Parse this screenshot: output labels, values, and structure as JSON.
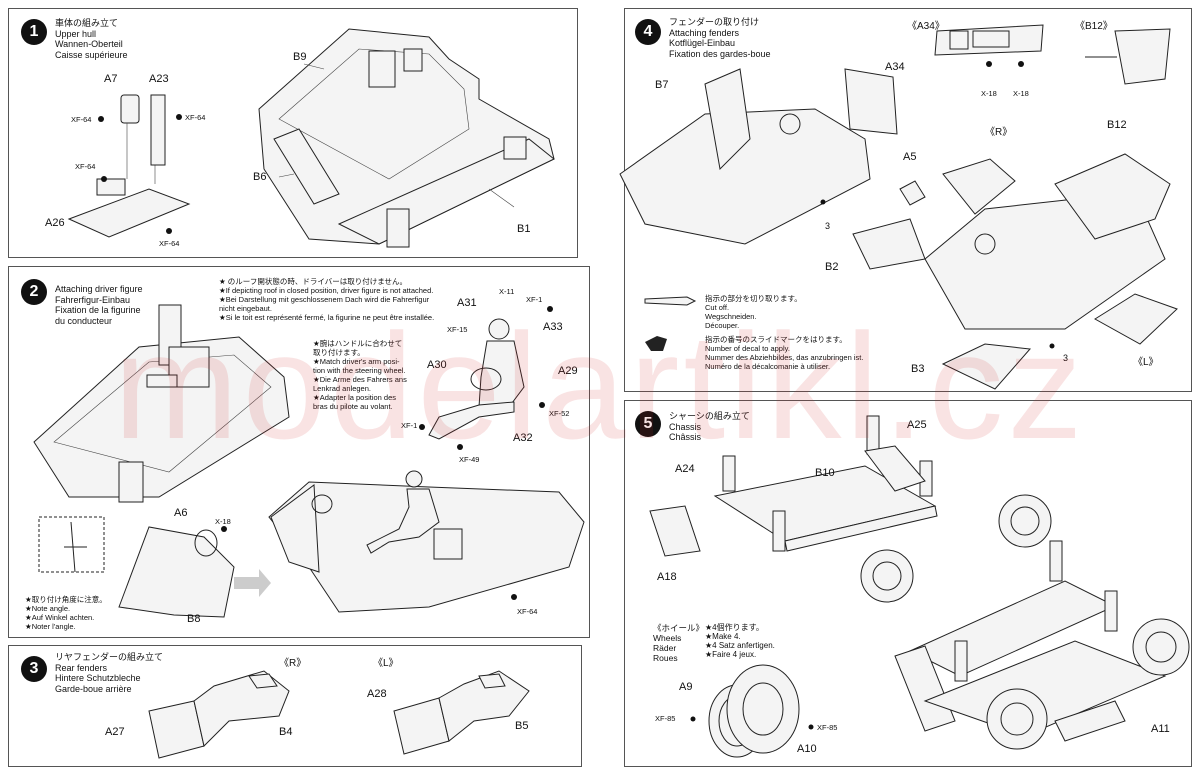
{
  "watermark": "modelartikl.cz",
  "steps": [
    {
      "number": "1",
      "title": [
        "車体の組み立て",
        "Upper hull",
        "Wannen-Oberteil",
        "Caisse supérieure"
      ],
      "parts": [
        "A7",
        "A23",
        "A26",
        "B9",
        "B6",
        "B1"
      ],
      "paints": [
        "XF-64",
        "XF-64",
        "XF-64",
        "XF-64"
      ]
    },
    {
      "number": "2",
      "title": [
        "Attaching driver figure",
        "Fahrerfigur-Einbau",
        "Fixation de la figurine",
        "du conducteur"
      ],
      "roof_note": [
        "★ のルーフ開状態の時、ドライバーは取り付けません。",
        "★If depicting roof in closed position, driver figure is not attached.",
        "★Bei Darstellung mit geschlossenem Dach wird die Fahrerfigur",
        "nicht eingebaut.",
        "★Si le toit est représenté fermé, la figurine ne peut être installée."
      ],
      "arms_note": [
        "★腕はハンドルに合わせて",
        "取り付けます。",
        "★Match driver's arm posi-",
        "tion with the steering wheel.",
        "★Die Arme des Fahrers ans",
        "Lenkrad anlegen.",
        "★Adapter la position des",
        "bras du pilote au volant."
      ],
      "angle_note": [
        "★取り付け角度に注意。",
        "★Note angle.",
        "★Auf Winkel achten.",
        "★Noter l'angle."
      ],
      "parts": [
        "A31",
        "A33",
        "A30",
        "A29",
        "A32",
        "A6",
        "B8"
      ],
      "paints": [
        "X-11",
        "XF-1",
        "XF-15",
        "XF-52",
        "XF-1",
        "XF-49",
        "X-18",
        "XF-64"
      ]
    },
    {
      "number": "3",
      "title": [
        "リヤフェンダーの組み立て",
        "Rear fenders",
        "Hintere Schutzbleche",
        "Garde-boue arrière"
      ],
      "side_r": "《R》",
      "side_l": "《L》",
      "parts": [
        "A27",
        "B4",
        "A28",
        "B5"
      ]
    },
    {
      "number": "4",
      "title": [
        "フェンダーの取り付け",
        "Attaching fenders",
        "Kotflügel-Einbau",
        "Fixation des gardes-boue"
      ],
      "callout_a34": "《A34》",
      "callout_b12": "《B12》",
      "side_r": "《R》",
      "side_l": "《L》",
      "parts": [
        "B7",
        "A34",
        "A5",
        "B12",
        "B2",
        "B3"
      ],
      "paints": [
        "X-18",
        "X-18"
      ],
      "decal_refs": [
        "3",
        "3"
      ],
      "cut_note": [
        "指示の部分を切り取ります。",
        "Cut off.",
        "Wegschneiden.",
        "Découper."
      ],
      "decal_note": [
        "指示の番号のスライドマークをはります。",
        "Number of decal to apply.",
        "Nummer des Abziehbildes, das anzubringen ist.",
        "Numéro de la décalcomanie à utiliser."
      ]
    },
    {
      "number": "5",
      "title": [
        "シャーシの組み立て",
        "Chassis",
        "Châssis"
      ],
      "parts": [
        "A25",
        "A24",
        "B10",
        "A18",
        "A9",
        "A10",
        "A11"
      ],
      "paints": [
        "XF-85",
        "XF-85"
      ],
      "wheels_title": [
        "《ホイール》",
        "Wheels",
        "Räder",
        "Roues"
      ],
      "wheels_note": [
        "★4個作ります。",
        "★Make 4.",
        "★4 Satz anfertigen.",
        "★Faire 4 jeux."
      ]
    }
  ]
}
